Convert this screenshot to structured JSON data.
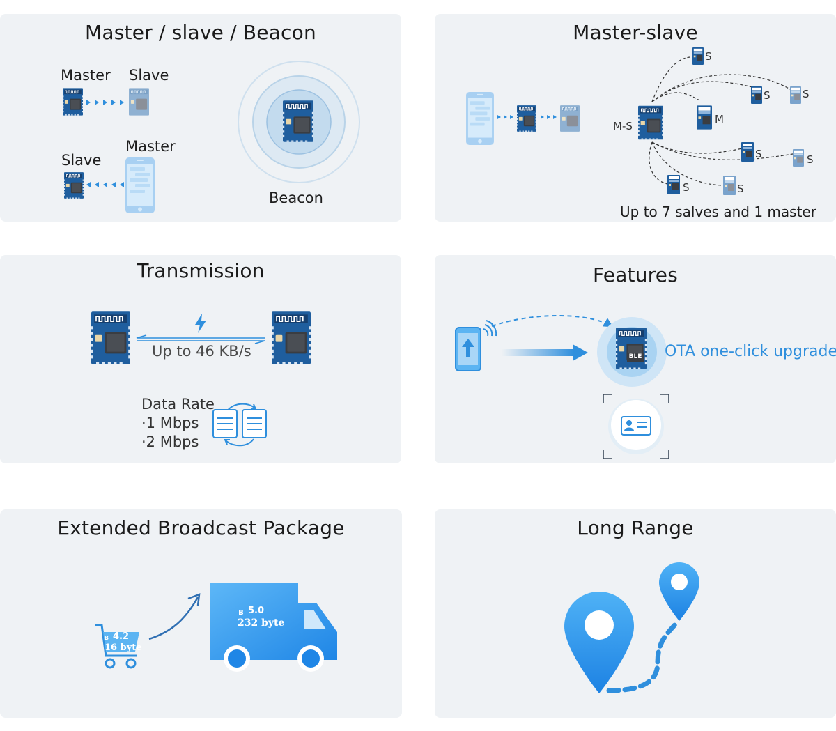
{
  "colors": {
    "panel_bg": "#eff2f5",
    "chip_blue": "#1f5e9e",
    "accent_blue": "#2f8fdd",
    "light_blue": "#b3d8f3",
    "text": "#1b1b1b"
  },
  "panels": {
    "master_slave_beacon": {
      "title": "Master / slave / Beacon",
      "master_label_1": "Master",
      "slave_label_1": "Slave",
      "slave_label_2": "Slave",
      "master_label_2": "Master",
      "beacon_label": "Beacon"
    },
    "master_slave": {
      "title": "Master-slave",
      "ms_label": "M-S",
      "m_label": "M",
      "s_label": "S",
      "caption": "Up to 7 salves and 1 master"
    },
    "transmission": {
      "title": "Transmission",
      "speed": "Up to 46 KB/s",
      "data_rate_title": "Data Rate",
      "rate_1": "·1 Mbps",
      "rate_2": "·2 Mbps"
    },
    "features": {
      "title": "Features",
      "ota": "OTA one-click upgrade",
      "chip_text": "BLE"
    },
    "extended_broadcast": {
      "title": "Extended Broadcast Package",
      "cart_version": "4.2",
      "cart_size": "16 byte",
      "truck_version": "5.0",
      "truck_size": "232 byte"
    },
    "long_range": {
      "title": "Long Range"
    }
  }
}
